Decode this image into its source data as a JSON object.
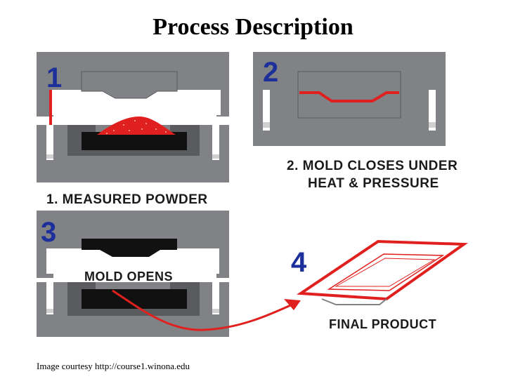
{
  "title": "Process Description",
  "steps": [
    {
      "number": "1",
      "caption": "1. MEASURED POWDER"
    },
    {
      "number": "2",
      "caption_line1": "2. MOLD CLOSES UNDER",
      "caption_line2": "HEAT & PRESSURE"
    },
    {
      "number": "3",
      "label": "MOLD OPENS"
    },
    {
      "number": "4",
      "caption": "FINAL PRODUCT"
    }
  ],
  "credit": "Image courtesy  http://course1.winona.edu",
  "colors": {
    "mold_gray": "#808285",
    "mold_dark": "#5a5b5e",
    "cavity_black": "#111111",
    "accent_red": "#e0201e",
    "step_number_blue": "#1c2f9a",
    "background": "#ffffff"
  }
}
